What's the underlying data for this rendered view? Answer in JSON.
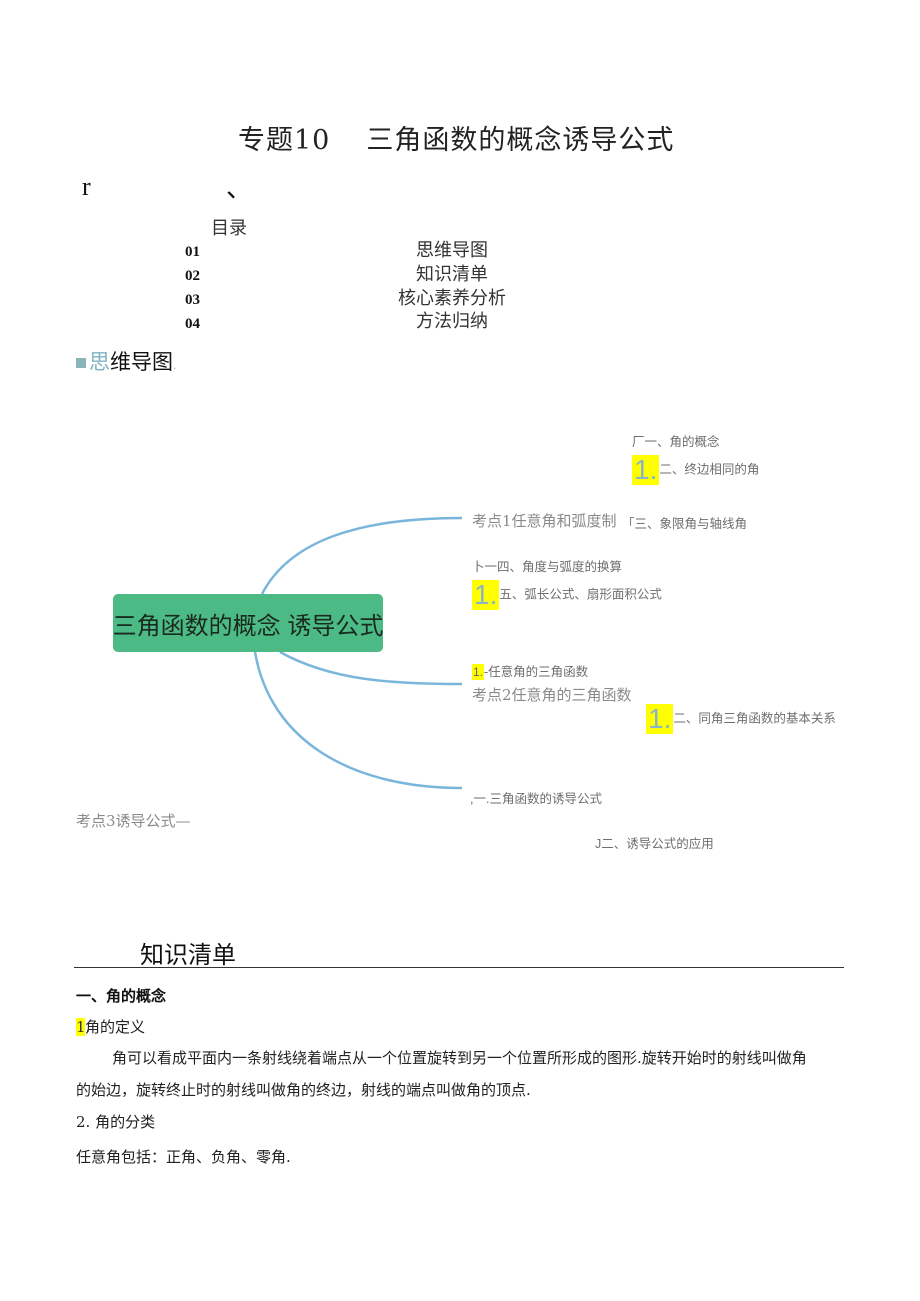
{
  "document": {
    "title_prefix": "专题10",
    "title_main": "三角函数的概念诱导公式",
    "stray_glyph_left": "r",
    "stray_glyph_right": "、"
  },
  "toc": {
    "heading": "目录",
    "items": [
      {
        "num": "01",
        "label": "思维导图"
      },
      {
        "num": "02",
        "label": "知识清单"
      },
      {
        "num": "03",
        "label": "核心素养分析"
      },
      {
        "num": "04",
        "label": "方法归纳"
      }
    ]
  },
  "mindmap_section": {
    "heading_first": "思",
    "heading_rest": "维导图",
    "heading_dot": "."
  },
  "mindmap": {
    "root": "三角函数的概念 诱导公式",
    "colors": {
      "root_bg": "#4cba84",
      "branch_line": "#7ab6dc",
      "highlight": "#ffff00"
    },
    "topics": [
      {
        "label": "考点1任意角和弧度制",
        "children": [
          {
            "prefix": "厂",
            "label": "一、角的概念"
          },
          {
            "prefix": "1.",
            "label": "二、终边相同的角"
          },
          {
            "prefix": "「",
            "label": "三、象限角与轴线角"
          },
          {
            "prefix": "卜",
            "label": "一四、角度与弧度的换算"
          },
          {
            "prefix": "1.",
            "label": "五、弧长公式、扇形面积公式"
          }
        ]
      },
      {
        "label": "考点2任意角的三角函数",
        "children": [
          {
            "prefix": "1.",
            "label": "-任意角的三角函数"
          },
          {
            "prefix": "1.",
            "label": "二、同角三角函数的基本关系"
          }
        ]
      },
      {
        "label": "考点3诱导公式—",
        "children": [
          {
            "prefix": ",",
            "label": "一.三角函数的诱导公式"
          },
          {
            "prefix": "J",
            "label": "二、诱导公式的应用"
          }
        ]
      }
    ]
  },
  "knowledge": {
    "heading": "知识清单",
    "section1_title": "一、角的概念",
    "item1_num": "1.",
    "item1_title": "角的定义",
    "item1_body_line1": "角可以看成平面内一条射线绕着端点从一个位置旋转到另一个位置所形成的图形.旋转开始时的射线叫做角",
    "item1_body_line2": "的始边，旋转终止时的射线叫做角的终边，射线的端点叫做角的顶点.",
    "item2_title": "2. 角的分类",
    "item2_body": "任意角包括：正角、负角、零角."
  }
}
